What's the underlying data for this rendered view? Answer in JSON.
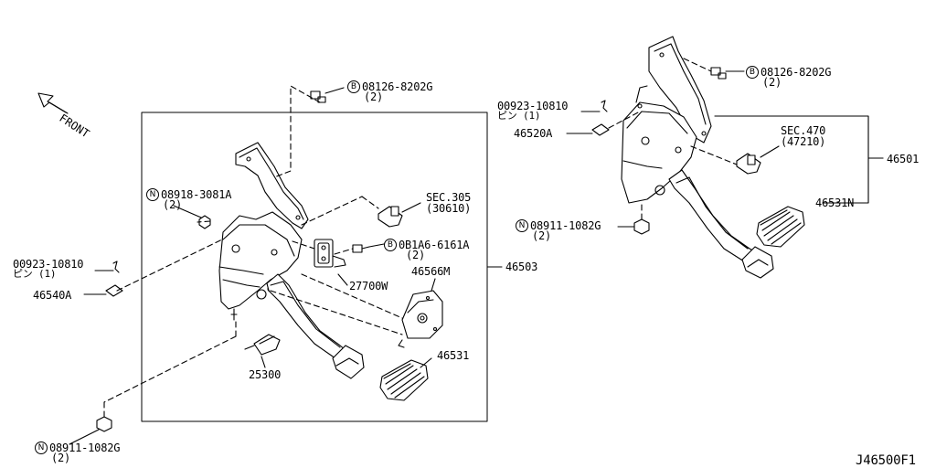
{
  "direction": "FRONT",
  "drawing_id": "J46500F1",
  "bolt_symbol": "B",
  "nut_symbol": "N",
  "labels": {
    "bolt_8202g_left": "08126-8202G",
    "qty_8202g_left": "(2)",
    "bolt_8202g_right": "08126-8202G",
    "qty_8202g_right": "(2)",
    "nut_3081a": "08918-3081A",
    "qty_3081a": "(2)",
    "sec_305": "SEC.305",
    "sec_305_sub": "(30610)",
    "sec_470": "SEC.470",
    "sec_470_sub": "(47210)",
    "pin_left": "00923-10810",
    "pin_left_sub": "ピン (1)",
    "pin_right": "00923-10810",
    "pin_right_sub": "ピン (1)",
    "part_46540a": "46540A",
    "part_46520a": "46520A",
    "bolt_6161a": "0B1A6-6161A",
    "qty_6161a": "(2)",
    "part_27700w": "27700W",
    "part_46566m": "46566M",
    "part_46503": "46503",
    "part_46531": "46531",
    "part_25300": "25300",
    "nut_1082g_bottom": "08911-1082G",
    "qty_1082g_bottom": "(2)",
    "nut_1082g_right": "08911-1082G",
    "qty_1082g_right": "(2)",
    "part_46501": "46501",
    "part_46531n": "46531N"
  }
}
